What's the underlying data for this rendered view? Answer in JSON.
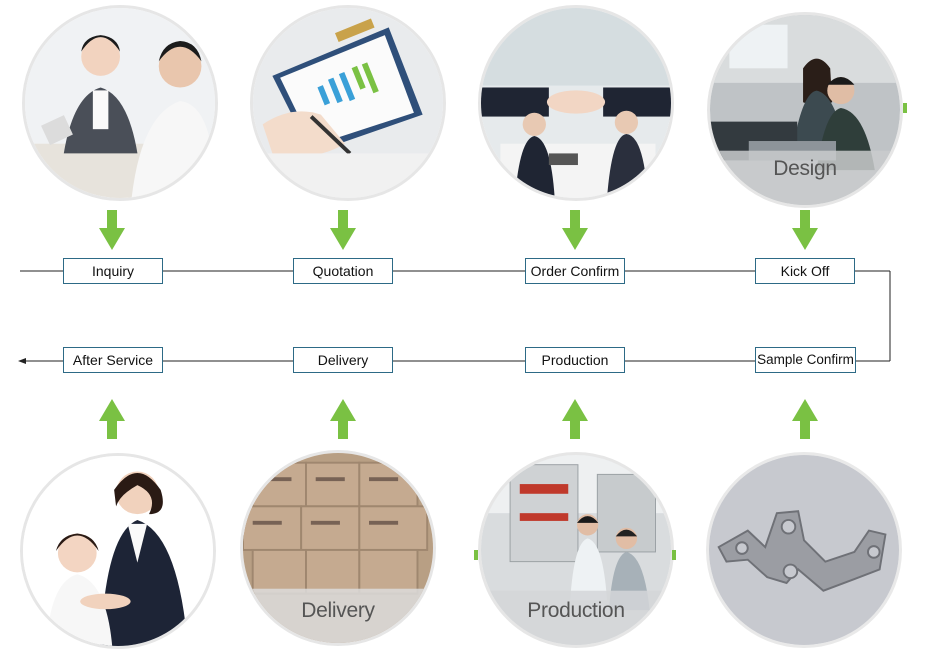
{
  "steps_top": [
    {
      "label": "Inquiry"
    },
    {
      "label": "Quotation"
    },
    {
      "label": "Order Confirm"
    },
    {
      "label": "Kick Off"
    }
  ],
  "steps_bottom": [
    {
      "label": "After Service"
    },
    {
      "label": "Delivery"
    },
    {
      "label": "Production"
    },
    {
      "label": "Sample Confirm"
    }
  ],
  "photos_top": [
    {
      "icon": "business-meeting-photo"
    },
    {
      "icon": "chart-clipboard-photo"
    },
    {
      "icon": "handshake-photo"
    },
    {
      "icon": "design-team-photo",
      "caption": "Design"
    }
  ],
  "photos_bottom": [
    {
      "icon": "customer-service-photo"
    },
    {
      "icon": "packed-boxes-photo",
      "caption": "Delivery"
    },
    {
      "icon": "factory-workers-photo",
      "caption": "Production"
    },
    {
      "icon": "metal-bracket-photo"
    }
  ],
  "colors": {
    "arrow": "#7ac143",
    "box_border": "#2d6a86",
    "line": "#222222"
  }
}
